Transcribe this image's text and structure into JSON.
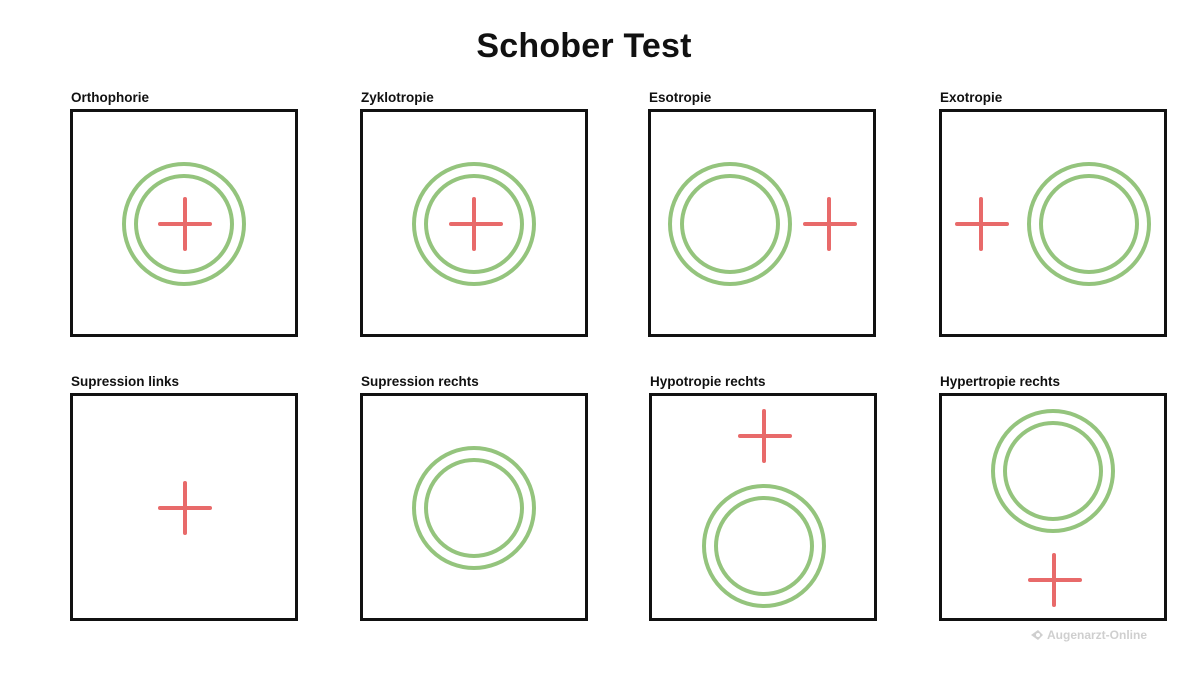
{
  "title": "Schober Test",
  "colors": {
    "ring": "#94c47d",
    "cross": "#e86a6a",
    "frame": "#111111"
  },
  "panels": [
    {
      "label": "Orthophorie",
      "ring": true,
      "cross": true
    },
    {
      "label": "Zyklotropie",
      "ring": true,
      "cross": true
    },
    {
      "label": "Esotropie",
      "ring": true,
      "cross": true
    },
    {
      "label": "Exotropie",
      "ring": true,
      "cross": true
    },
    {
      "label": "Supression links",
      "ring": false,
      "cross": true
    },
    {
      "label": "Supression rechts",
      "ring": true,
      "cross": false
    },
    {
      "label": "Hypotropie rechts",
      "ring": true,
      "cross": true
    },
    {
      "label": "Hypertropie rechts",
      "ring": true,
      "cross": true
    }
  ],
  "watermark": "Augenarzt-Online"
}
